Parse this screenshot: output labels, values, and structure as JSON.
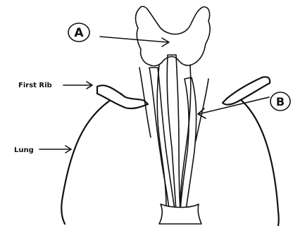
{
  "labels": {
    "marker_a": "A",
    "marker_b": "B",
    "first_rib": "First Rib",
    "lung": "Lung"
  },
  "colors": {
    "ink": "#111111",
    "background": "#ffffff"
  }
}
